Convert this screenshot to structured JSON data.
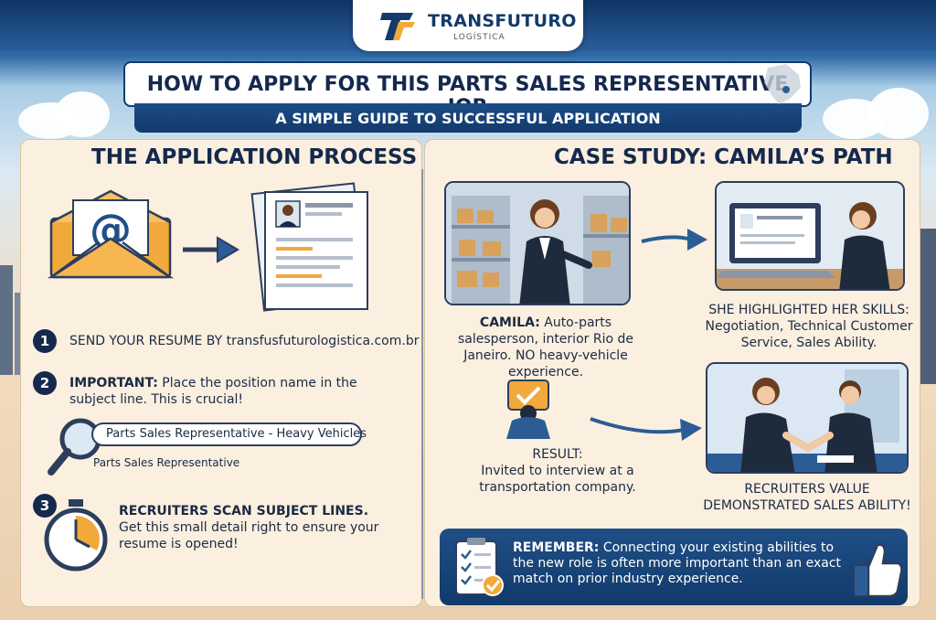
{
  "brand": {
    "name": "TRANSFUTURO",
    "sub": "LOGÍSTICA"
  },
  "header": {
    "title": "HOW TO APPLY FOR THIS PARTS SALES REPRESENTATIVE JOB",
    "subtitle": "A SIMPLE GUIDE TO SUCCESSFUL APPLICATION"
  },
  "process": {
    "title": "THE APPLICATION PROCESS",
    "steps": [
      {
        "num": "1",
        "label": "SEND YOUR RESUME BY",
        "detail": " transfusfuturologistica.com.br"
      },
      {
        "num": "2",
        "label": "IMPORTANT:",
        "detail": " Place the position name in the subject line. This is crucial!"
      },
      {
        "num": "3",
        "label": "RECRUITERS SCAN SUBJECT LINES.",
        "detail": "Get this small detail right to ensure your resume is opened!"
      }
    ],
    "subject_example": "Parts Sales Representative - Heavy Vehicles",
    "subject_short": "Parts Sales Representative"
  },
  "case": {
    "title": "CASE STUDY: CAMILA’S PATH",
    "camila_label": "CAMILA:",
    "camila_text": " Auto-parts salesperson, interior Rio de Janeiro. NO heavy-vehicle experience.",
    "skills_title": "SHE HIGHLIGHTED HER SKILLS:",
    "skills_text": "Negotiation, Technical Customer Service, Sales Ability.",
    "result_label": "RESULT:",
    "result_text": "Invited to interview at a transportation company.",
    "recruiters_text": "RECRUITERS VALUE DEMONSTRATED SALES ABILITY!",
    "remember_label": "REMEMBER:",
    "remember_text": " Connecting your existing abilities to the new role is often more important than an exact match on prior industry experience."
  },
  "colors": {
    "navy": "#15294d",
    "accent_orange": "#f2a93b",
    "panel_bg": "#fbefdf"
  }
}
